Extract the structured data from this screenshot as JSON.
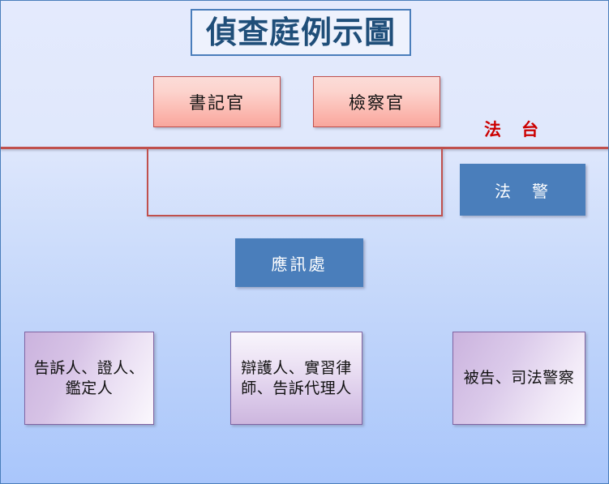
{
  "diagram": {
    "title": "偵查庭例示圖",
    "bench_label": "法　台",
    "bench_area": {
      "clerk": "書記官",
      "prosecutor": "檢察官"
    },
    "court_area": {
      "bailiff": "法　警",
      "hearing_stand": "應訊處",
      "empty_rect": ""
    },
    "parties": [
      {
        "label": "告訴人、證人、鑑定人"
      },
      {
        "label": "辯護人、實習律師、告訴代理人"
      },
      {
        "label": "被告、司法警察"
      }
    ],
    "colors": {
      "title_text": "#1f4e79",
      "title_border": "#4a7ebb",
      "bench_label_text": "#cc0000",
      "divider": "#c0504d",
      "pink_border": "#c0504d",
      "blue_fill": "#4a7ebb",
      "blue_border": "#2e4f77",
      "purple_border": "#8064a2",
      "background_top": "#e4eafd",
      "background_bottom": "#a9c6fb"
    }
  }
}
